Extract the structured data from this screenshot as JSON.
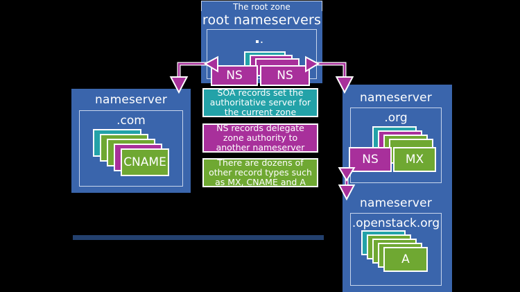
{
  "diagram": {
    "title": "DNS zone delegation diagram",
    "colors": {
      "blue": "#3a65ac",
      "teal": "#23a2a8",
      "green": "#6fa832",
      "magenta": "#a8309b",
      "white": "#ffffff",
      "dark_bar": "#23406e",
      "background": "#000000"
    }
  },
  "root": {
    "tab_label": "The root zone",
    "zone_label": "root nameservers",
    "inner_label": ".",
    "records": [
      {
        "type": "teal",
        "label": ""
      },
      {
        "type": "magenta",
        "label": ""
      },
      {
        "type": "magenta",
        "label": ""
      },
      {
        "type": "magenta",
        "label": "NS"
      },
      {
        "type": "magenta",
        "label": "NS"
      }
    ]
  },
  "com": {
    "zone_label": "nameserver",
    "inner_label": ".com",
    "records": [
      {
        "type": "teal",
        "label": ""
      },
      {
        "type": "green",
        "label": ""
      },
      {
        "type": "green",
        "label": ""
      },
      {
        "type": "magenta",
        "label": ""
      },
      {
        "type": "green",
        "label": "CNAME"
      }
    ]
  },
  "org": {
    "zone_label": "nameserver",
    "inner_label": ".org",
    "records": [
      {
        "type": "teal",
        "label": ""
      },
      {
        "type": "magenta",
        "label": ""
      },
      {
        "type": "green",
        "label": ""
      },
      {
        "type": "green",
        "label": ""
      },
      {
        "type": "magenta",
        "label": "NS"
      },
      {
        "type": "green",
        "label": "MX"
      }
    ]
  },
  "openstack": {
    "zone_label": "nameserver",
    "inner_label": ".openstack.org",
    "records": [
      {
        "type": "teal",
        "label": ""
      },
      {
        "type": "green",
        "label": ""
      },
      {
        "type": "green",
        "label": ""
      },
      {
        "type": "green",
        "label": ""
      },
      {
        "type": "green",
        "label": "A"
      }
    ]
  },
  "legend": [
    {
      "id": "soa",
      "color": "teal",
      "text": "SOA records set the authoritative server for the current zone"
    },
    {
      "id": "ns",
      "color": "magenta",
      "text": "NS records delegate zone authority to another nameserver"
    },
    {
      "id": "other",
      "color": "green",
      "text": "There are dozens of other record types such as MX, CNAME and A"
    }
  ],
  "arrows": [
    {
      "id": "root-to-com",
      "from": "root NS (left)",
      "to": ".com nameserver"
    },
    {
      "id": "root-to-org",
      "from": "root NS (right)",
      "to": ".org nameserver"
    },
    {
      "id": "org-to-openstack",
      "from": ".org NS record",
      "to": ".openstack.org nameserver"
    }
  ]
}
